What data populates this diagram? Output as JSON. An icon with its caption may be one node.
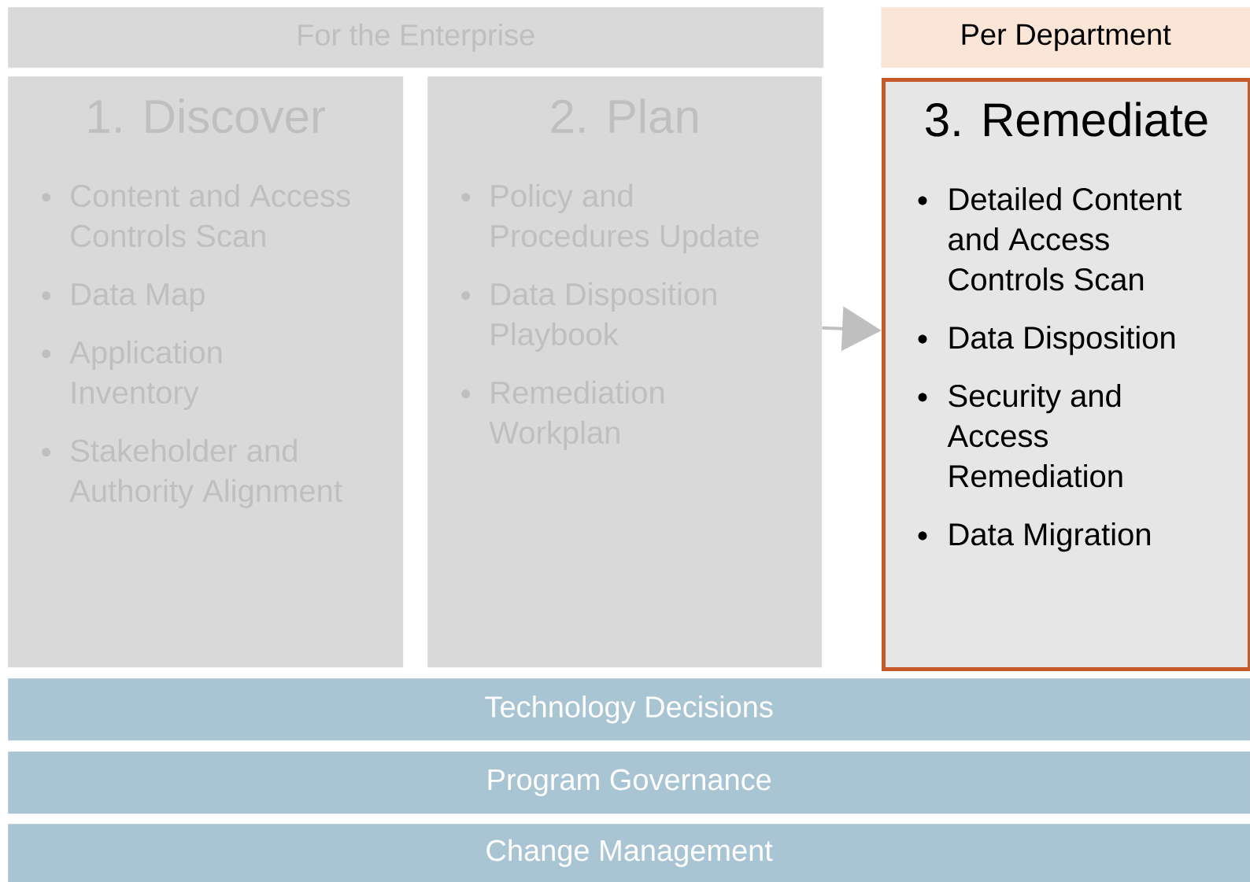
{
  "diagram": {
    "nodes": [
      {
        "text": [
          "For the Enterprise"
        ]
      },
      {
        "text": [
          "Per Department"
        ]
      },
      {
        "text": [
          "1. Discover",
          "Content and Access Controls Scan",
          "Data Map",
          "Application Inventory",
          "Stakeholder and Authority Alignment"
        ]
      },
      {
        "text": [
          "2. Plan",
          "Policy and Procedures Update",
          "Data Disposition Playbook",
          "Remediation Workplan"
        ]
      },
      {
        "text": [
          "3. Remediate",
          "Detailed Content and Access Controls Scan",
          "Data Disposition",
          "Security and Access Remediation",
          "Data Migration"
        ]
      },
      {
        "text": [
          "Technology Decisions"
        ]
      },
      {
        "text": [
          "Program Governance"
        ]
      },
      {
        "text": [
          "Change Management"
        ]
      }
    ],
    "edges": [
      {
        "from": 3,
        "to": 4,
        "arrow": "to"
      }
    ]
  }
}
